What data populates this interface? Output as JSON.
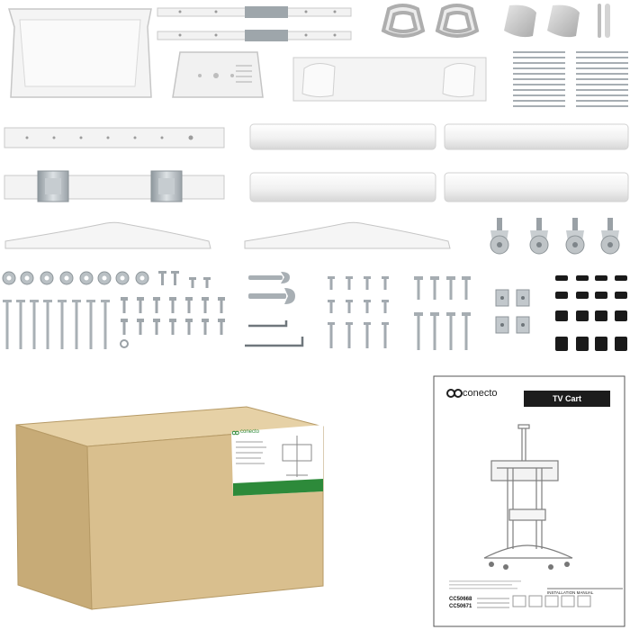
{
  "manual": {
    "brand": "conecto",
    "title": "TV Cart",
    "codes": [
      "CC50668",
      "CC50671"
    ],
    "footer": "INSTALLATION MANUAL"
  },
  "box": {
    "brand": "conecto"
  },
  "colors": {
    "background": "#ffffff",
    "part_white": "#f3f3f3",
    "part_outline": "#c9c9c9",
    "metal": "#b8bfc4",
    "cardboard": "#d9bf8e",
    "cardboard_side": "#c7ab77",
    "cardboard_top": "#e6d1a6",
    "rubber": "#1a1a1a",
    "brand_green": "#2d8a3a"
  }
}
